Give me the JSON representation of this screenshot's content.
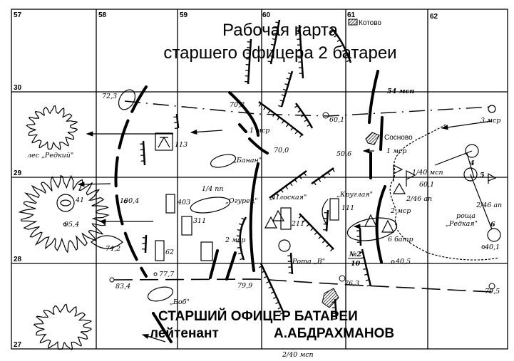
{
  "title": {
    "line1": "Рабочая карта",
    "line2": "старшего офицера 2 батареи"
  },
  "signature": {
    "line1": "СТАРШИЙ ОФИЦЕР БАТАРЕИ",
    "rank": "лейтенант",
    "name": "А.АБДРАХМАНОВ"
  },
  "grid": {
    "eastings": [
      "57",
      "58",
      "59",
      "60",
      "61",
      "62"
    ],
    "northings": [
      "30",
      "29",
      "28",
      "27"
    ]
  },
  "places": [
    "Котово",
    "Сосново",
    "лес „Редкий\"",
    "роща",
    "„Редкая\"",
    "„Банан\"",
    "„Огурец\"",
    "„Плоская\"",
    "„Круглая\"",
    "Рота „В\"",
    "„Боб\""
  ],
  "units": [
    "54 мсп",
    "1 мср",
    "1 мср",
    "3 мср",
    "1/40 мсп",
    "2/46 ап",
    "2 мср",
    "6 батр",
    "2/46 ап",
    "2 мср",
    "1/4 пп",
    "2/40 мсп"
  ],
  "heights": [
    "72,3",
    "70,3",
    "60,1",
    "70,0",
    "50,6",
    "113",
    "100,4",
    "41",
    "95,4",
    "74,2",
    "62",
    "403",
    "311",
    "211",
    "111",
    "77,7",
    "83,4",
    "79,9",
    "76,3",
    "40,5",
    "40,1",
    "79,5",
    "60,1"
  ],
  "markers": {
    "no": "№2",
    "no_sub": "10",
    "p4": "4",
    "p5": "5",
    "p6": "6"
  },
  "colors": {
    "ink": "#000000",
    "paper": "#ffffff"
  }
}
